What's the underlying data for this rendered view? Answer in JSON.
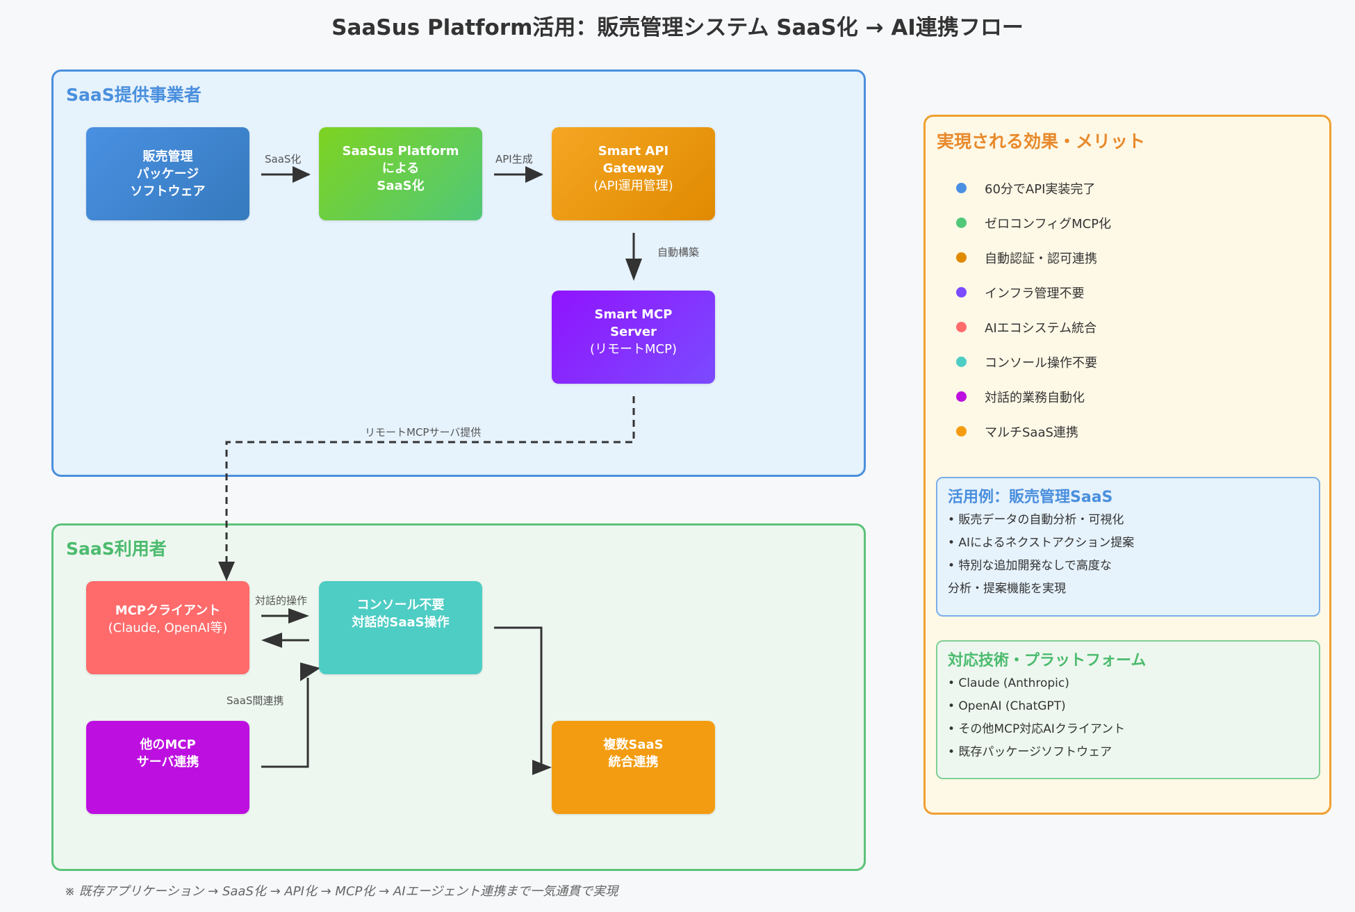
{
  "title": "SaaSus Platform活用：販売管理システム SaaS化 → AI連携フロー",
  "provider_panel": {
    "title": "SaaS提供事業者",
    "boxes": {
      "sales_package": {
        "lines": [
          "販売管理",
          "パッケージ",
          "ソフトウェア"
        ]
      },
      "saasus": {
        "lines": [
          "SaaSus Platform",
          "による",
          "SaaS化"
        ]
      },
      "gateway": {
        "lines": [
          "Smart API",
          "Gateway"
        ],
        "sub": "(API運用管理)"
      },
      "mcp_server": {
        "lines": [
          "Smart MCP",
          "Server"
        ],
        "sub": "(リモートMCP)"
      }
    },
    "edges": {
      "saas_ka": "SaaS化",
      "api_gen": "API生成",
      "auto_build": "自動構築",
      "remote_mcp": "リモートMCPサーバ提供"
    }
  },
  "user_panel": {
    "title": "SaaS利用者",
    "boxes": {
      "mcp_client": {
        "lines": [
          "MCPクライアント"
        ],
        "sub": "(Claude, OpenAI等)"
      },
      "console": {
        "lines": [
          "コンソール不要",
          "対話的SaaS操作"
        ]
      },
      "other_mcp": {
        "lines": [
          "他のMCP",
          "サーバ連携"
        ]
      },
      "multi_saas": {
        "lines": [
          "複数SaaS",
          "統合連携"
        ]
      }
    },
    "edges": {
      "dialog": "対話的操作",
      "inter_saas": "SaaS間連携"
    }
  },
  "merit_panel": {
    "title": "実現される効果・メリット",
    "items": [
      {
        "label": "60分でAPI実装完了",
        "color": "#4a90e2"
      },
      {
        "label": "ゼロコンフィグMCP化",
        "color": "#50c878"
      },
      {
        "label": "自動認証・認可連携",
        "color": "#e08a00"
      },
      {
        "label": "インフラ管理不要",
        "color": "#7b4bff"
      },
      {
        "label": "AIエコシステム統合",
        "color": "#ff6b6b"
      },
      {
        "label": "コンソール操作不要",
        "color": "#4ecdc4"
      },
      {
        "label": "対話的業務自動化",
        "color": "#bd10e0"
      },
      {
        "label": "マルチSaaS連携",
        "color": "#f39c12"
      }
    ],
    "use_case": {
      "title": "活用例：販売管理SaaS",
      "lines": [
        "• 販売データの自動分析・可視化",
        "• AIによるネクストアクション提案",
        "• 特別な追加開発なしで高度な",
        "分析・提案機能を実現"
      ]
    },
    "tech": {
      "title": "対応技術・プラットフォーム",
      "lines": [
        "• Claude (Anthropic)",
        "• OpenAI (ChatGPT)",
        "• その他MCP対応AIクライアント",
        "• 既存パッケージソフトウェア"
      ]
    }
  },
  "footnote": "※ 既存アプリケーション → SaaS化 → API化 → MCP化 → AIエージェント連携まで一気通貫で実現"
}
